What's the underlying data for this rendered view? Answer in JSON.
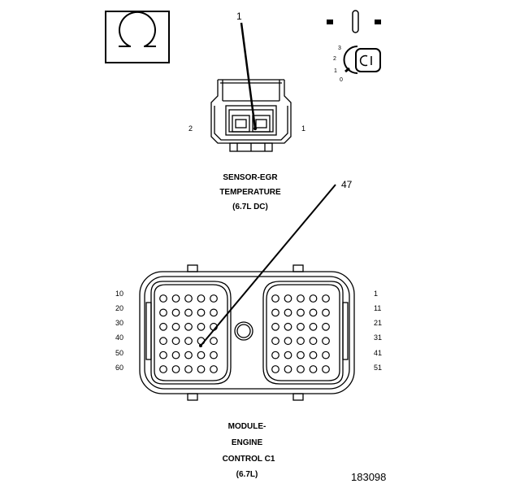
{
  "ohmmeter": {
    "icon": "ohm-symbol-icon",
    "symbol": "Ω"
  },
  "ignition": {
    "icon": "ignition-key-icon",
    "positions": [
      "3",
      "2",
      "1",
      "0"
    ]
  },
  "sensor": {
    "name_lines": [
      "SENSOR-EGR",
      "TEMPERATURE",
      "(6.7L DC)"
    ],
    "pin_left": "2",
    "pin_right": "1",
    "callout": "1"
  },
  "ecm": {
    "name_lines": [
      "MODULE-",
      "ENGINE",
      "CONTROL C1",
      "(6.7L)"
    ],
    "left_pin_labels": [
      "10",
      "20",
      "30",
      "40",
      "50",
      "60"
    ],
    "right_pin_labels": [
      "1",
      "11",
      "21",
      "31",
      "41",
      "51"
    ],
    "callout": "47"
  },
  "figure_id": "183098"
}
